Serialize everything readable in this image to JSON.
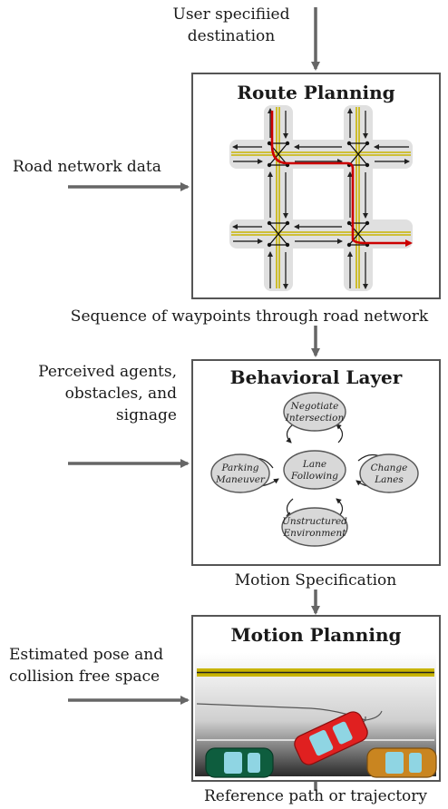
{
  "inputs": {
    "destination": [
      "User specifiied",
      "destination"
    ],
    "road_network": "Road network data",
    "perceived": [
      "Perceived agents,",
      "obstacles, and",
      "signage"
    ],
    "pose": [
      "Estimated pose and",
      "collision free space"
    ]
  },
  "boxes": {
    "route": {
      "title": "Route Planning"
    },
    "behavioral": {
      "title": "Behavioral Layer",
      "states": {
        "negotiate": [
          "Negotiate",
          "Intersection"
        ],
        "lane": [
          "Lane",
          "Following"
        ],
        "parking": [
          "Parking",
          "Maneuver"
        ],
        "change": [
          "Change",
          "Lanes"
        ],
        "unstructured": [
          "Unstructured",
          "Environment"
        ]
      }
    },
    "motion": {
      "title": "Motion Planning"
    }
  },
  "outputs": {
    "waypoints": "Sequence of waypoints through road network",
    "motion_spec": "Motion Specification",
    "reference": "Reference path or trajectory"
  },
  "colors": {
    "arrow": "#666666",
    "route": "#cc0000",
    "road_yellow": "#c8b400",
    "car_green": "#0e5d3e",
    "car_red": "#e02020",
    "car_orange": "#c98520"
  }
}
